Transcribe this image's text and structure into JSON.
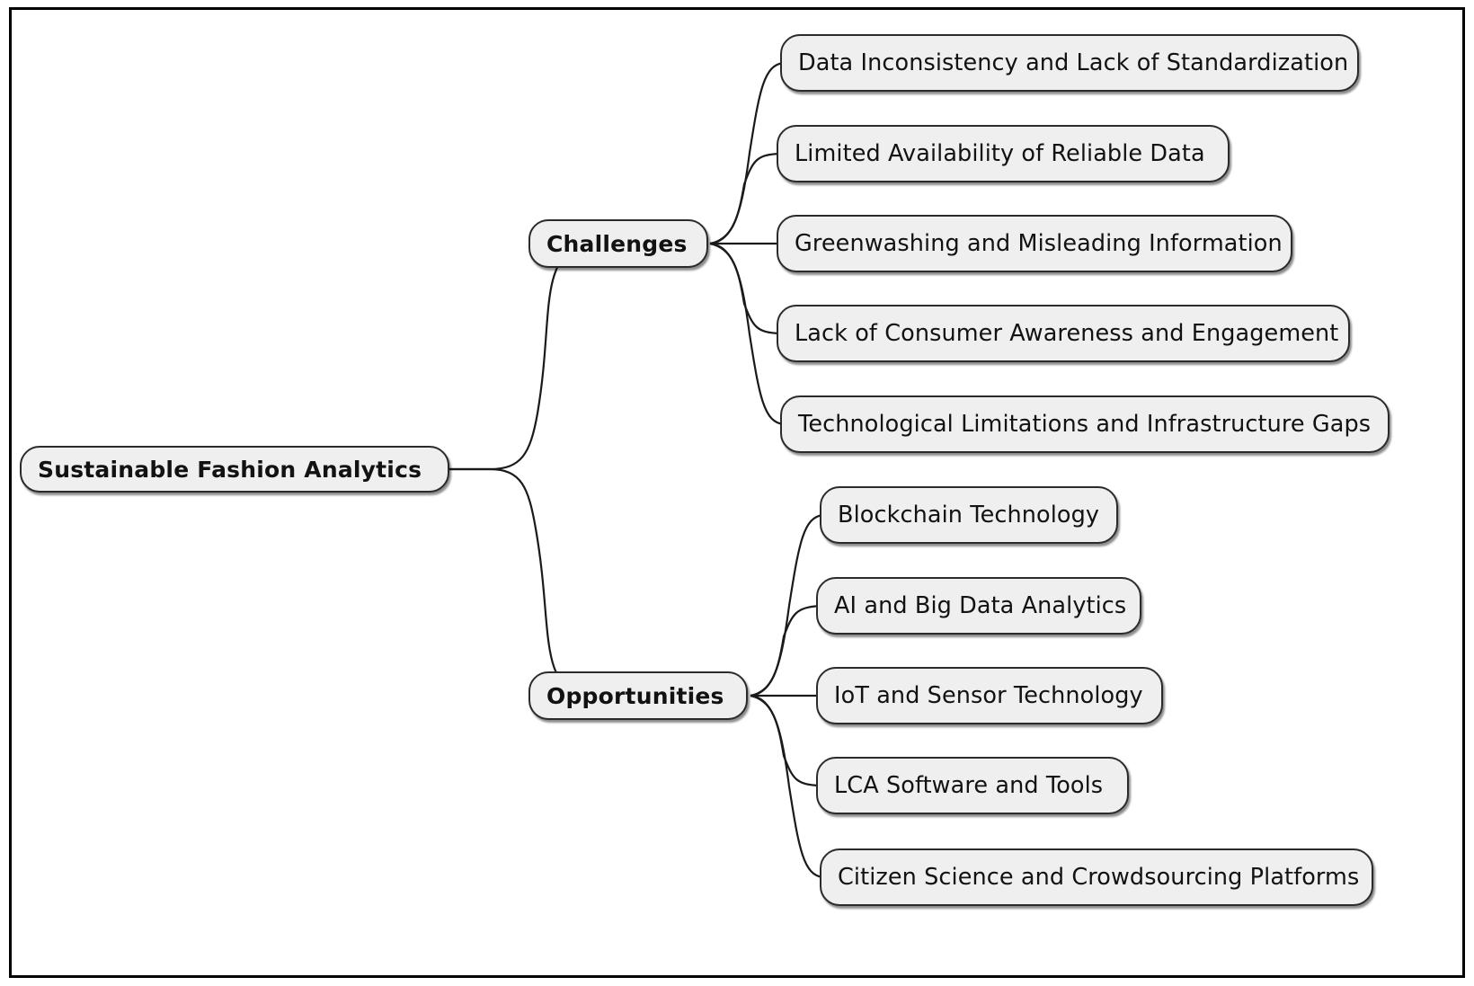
{
  "diagram": {
    "type": "mindmap",
    "title": "Sustainable Fashion Analytics",
    "orientation": "left-to-right",
    "colors": {
      "node_fill": "#efefef",
      "node_border": "#2b2b2b",
      "edge": "#1a1a1a",
      "text": "#121212",
      "background": "#ffffff",
      "frame": "#000000"
    }
  },
  "root": {
    "label": "Sustainable Fashion Analytics"
  },
  "branches": [
    {
      "id": "challenges",
      "label": "Challenges",
      "children": [
        {
          "label": "Data Inconsistency and Lack of Standardization"
        },
        {
          "label": "Limited Availability of Reliable Data"
        },
        {
          "label": "Greenwashing and Misleading Information"
        },
        {
          "label": "Lack of Consumer Awareness and Engagement"
        },
        {
          "label": "Technological Limitations and Infrastructure Gaps"
        }
      ]
    },
    {
      "id": "opportunities",
      "label": "Opportunities",
      "children": [
        {
          "label": "Blockchain Technology"
        },
        {
          "label": "AI and Big Data Analytics"
        },
        {
          "label": "IoT and Sensor Technology"
        },
        {
          "label": "LCA Software and Tools"
        },
        {
          "label": "Citizen Science and Crowdsourcing Platforms"
        }
      ]
    }
  ]
}
